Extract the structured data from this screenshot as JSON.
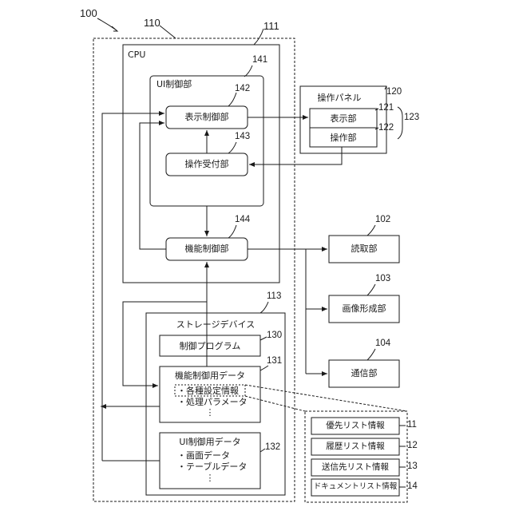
{
  "refs": {
    "system": "100",
    "apparatus": "110",
    "cpu": "111",
    "ui_control": "141",
    "display_control": "142",
    "op_receive": "143",
    "func_control": "144",
    "storage": "113",
    "control_program": "130",
    "func_data": "131",
    "ui_data": "132",
    "op_panel": "120",
    "display_unit": "121",
    "op_unit": "122",
    "panel_group": "123",
    "reader": "102",
    "image_former": "103",
    "comm": "104",
    "priority_list": "11",
    "history_list": "12",
    "destination_list": "13",
    "document_list": "14"
  },
  "labels": {
    "cpu": "CPU",
    "ui_control": "UI制御部",
    "display_control": "表示制御部",
    "op_receive": "操作受付部",
    "func_control": "機能制御部",
    "storage": "ストレージデバイス",
    "control_program": "制御プログラム",
    "func_data": "機能制御用データ",
    "func_item1": "・各種設定情報",
    "func_item2": "・処理パラメータ",
    "func_dots": "⋮",
    "ui_data": "UI制御用データ",
    "ui_item1": "・画面データ",
    "ui_item2": "・テーブルデータ",
    "ui_dots": "⋮",
    "op_panel": "操作パネル",
    "display_unit": "表示部",
    "op_unit": "操作部",
    "reader": "読取部",
    "image_former": "画像形成部",
    "comm": "通信部",
    "priority_list": "優先リスト情報",
    "history_list": "履歴リスト情報",
    "destination_list": "送信先リスト情報",
    "document_list": "ドキュメントリスト情報"
  }
}
